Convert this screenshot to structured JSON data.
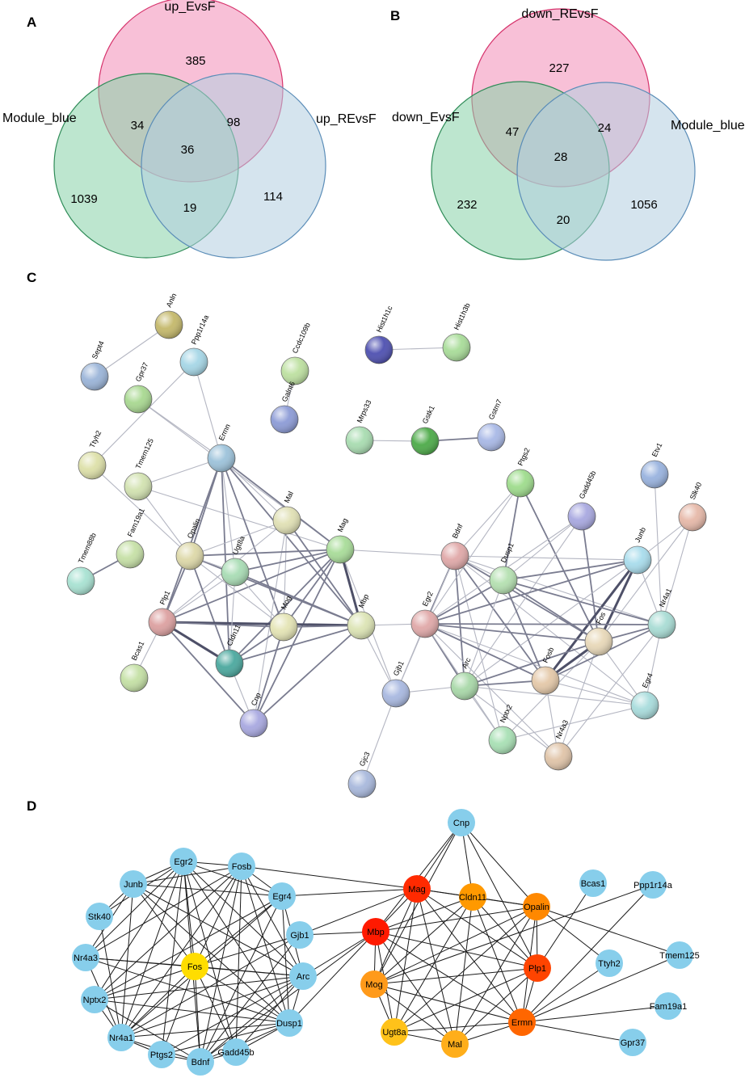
{
  "panels": {
    "A": {
      "letter": "A",
      "sets": [
        {
          "name": "up_EvsF",
          "color": "#f28cb6",
          "stroke": "#d6336c"
        },
        {
          "name": "Module_blue",
          "color": "#86d1a8",
          "stroke": "#2e8b57"
        },
        {
          "name": "up_REvsF",
          "color": "#b3cde0",
          "stroke": "#5b8db8"
        }
      ],
      "counts": {
        "only_top": "385",
        "top_left": "34",
        "top_right": "98",
        "center": "36",
        "only_left": "1039",
        "bottom": "19",
        "only_right": "114"
      }
    },
    "B": {
      "letter": "B",
      "sets": [
        {
          "name": "down_REvsF",
          "color": "#f28cb6",
          "stroke": "#d6336c"
        },
        {
          "name": "down_EvsF",
          "color": "#86d1a8",
          "stroke": "#2e8b57"
        },
        {
          "name": "Module_blue",
          "color": "#b3cde0",
          "stroke": "#5b8db8"
        }
      ],
      "counts": {
        "only_top": "227",
        "top_left": "47",
        "top_right": "24",
        "center": "28",
        "only_left": "232",
        "bottom": "20",
        "only_right": "1056"
      }
    },
    "C": {
      "letter": "C",
      "node_colors": {
        "Anln": "#c4b86a",
        "Sept4": "#9ab4d8",
        "Ppp1r14a": "#a5d6e6",
        "Gpr37": "#a8d890",
        "Ccdc109b": "#bde0a0",
        "Hist1h1c": "#4d4fb0",
        "Hist1h3b": "#a8dc98",
        "Galnt6": "#8c9bd6",
        "Mrps33": "#a8dcb0",
        "Gstk1": "#4caa48",
        "Gstm7": "#a8b8e6",
        "Ttyh2": "#dde0a8",
        "Tmem125": "#d2e2b0",
        "Ermn": "#9cc2da",
        "Ptgs2": "#9edc8c",
        "Etv1": "#98b2de",
        "Gadd45b": "#a8a8e0",
        "Slk40": "#e6b8a8",
        "Fam19a1": "#c6e0a6",
        "Mal": "#e0e0b4",
        "Tmem88b": "#a8e2d2",
        "Opalin": "#ddd8a8",
        "Mag": "#a8dc98",
        "Bdnf": "#e0a8a8",
        "Junb": "#a8dcec",
        "Ugt8a": "#a8dcb4",
        "Dusp1": "#b4e0b0",
        "Plp1": "#dca0a0",
        "Mog": "#e4e4b4",
        "Mbp": "#dce4b4",
        "Egr2": "#e0a8a8",
        "Fos": "#e8d8b8",
        "Nr4a1": "#a8dcd4",
        "Cldn11": "#4aa89e",
        "Bcas1": "#c4e0a4",
        "Gjb1": "#a8b8e0",
        "Arc": "#a8d8a8",
        "Fosb": "#e4c8a8",
        "Egr4": "#a8dcdc",
        "Cnp": "#a8a8e0",
        "Nptx2": "#a8e0b4",
        "Nr4a3": "#e0c4a8",
        "Gjc3": "#a8b8dc"
      },
      "nodes": [
        "Anln",
        "Sept4",
        "Ppp1r14a",
        "Gpr37",
        "Ccdc109b",
        "Hist1h1c",
        "Hist1h3b",
        "Galnt6",
        "Mrps33",
        "Gstk1",
        "Gstm7",
        "Ttyh2",
        "Tmem125",
        "Ermn",
        "Ptgs2",
        "Etv1",
        "Gadd45b",
        "Slk40",
        "Fam19a1",
        "Mal",
        "Tmem88b",
        "Opalin",
        "Mag",
        "Bdnf",
        "Junb",
        "Ugt8a",
        "Dusp1",
        "Plp1",
        "Mog",
        "Mbp",
        "Egr2",
        "Fos",
        "Nr4a1",
        "Cldn11",
        "Bcas1",
        "Gjb1",
        "Arc",
        "Fosb",
        "Egr4",
        "Cnp",
        "Nptx2",
        "Nr4a3",
        "Gjc3"
      ]
    },
    "D": {
      "letter": "D",
      "node_colors": {
        "Cnp": "#87ceeb",
        "Egr2": "#87ceeb",
        "Fosb": "#87ceeb",
        "Junb": "#87ceeb",
        "Mag": "#ff2a00",
        "Cldn11": "#ff9900",
        "Bcas1": "#87ceeb",
        "Ppp1r14a": "#87ceeb",
        "Egr4": "#87ceeb",
        "Stk40": "#87ceeb",
        "Opalin": "#ff8800",
        "Gjb1": "#87ceeb",
        "Mbp": "#ff1a00",
        "Nr4a3": "#87ceeb",
        "Fos": "#ffdd00",
        "Arc": "#87ceeb",
        "Plp1": "#ff4400",
        "Ttyh2": "#87ceeb",
        "Tmem125": "#87ceeb",
        "Mog": "#ff9a1a",
        "Nptx2": "#87ceeb",
        "Dusp1": "#87ceeb",
        "Ermn": "#ff6600",
        "Fam19a1": "#87ceeb",
        "Nr4a1": "#87ceeb",
        "Ugt8a": "#ffc21a",
        "Gadd45b": "#87ceeb",
        "Mal": "#ffae1a",
        "Gpr37": "#87ceeb",
        "Ptgs2": "#87ceeb",
        "Bdnf": "#87ceeb"
      },
      "nodes": [
        "Cnp",
        "Egr2",
        "Fosb",
        "Junb",
        "Mag",
        "Cldn11",
        "Bcas1",
        "Ppp1r14a",
        "Egr4",
        "Stk40",
        "Opalin",
        "Gjb1",
        "Mbp",
        "Nr4a3",
        "Fos",
        "Arc",
        "Plp1",
        "Ttyh2",
        "Tmem125",
        "Mog",
        "Nptx2",
        "Dusp1",
        "Ermn",
        "Fam19a1",
        "Nr4a1",
        "Ugt8a",
        "Gadd45b",
        "Mal",
        "Gpr37",
        "Ptgs2",
        "Bdnf"
      ]
    }
  }
}
